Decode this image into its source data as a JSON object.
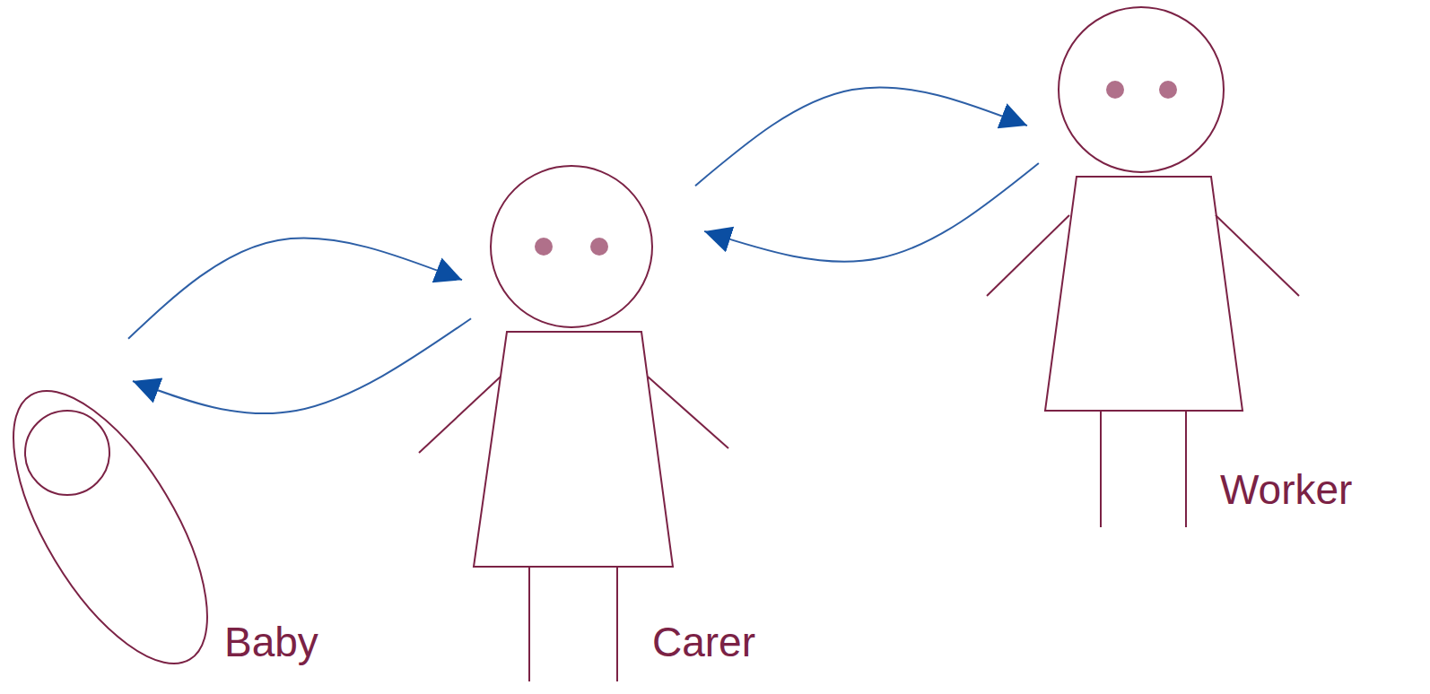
{
  "diagram": {
    "nodes": [
      {
        "text": [
          "Baby"
        ]
      },
      {
        "text": [
          "Carer"
        ]
      },
      {
        "text": [
          "Worker"
        ]
      }
    ],
    "edges": [
      {
        "from": 0,
        "to": 1,
        "arrow": "to"
      },
      {
        "from": 1,
        "to": 0,
        "arrow": "to"
      },
      {
        "from": 1,
        "to": 2,
        "arrow": "to"
      },
      {
        "from": 2,
        "to": 1,
        "arrow": "to"
      }
    ]
  }
}
